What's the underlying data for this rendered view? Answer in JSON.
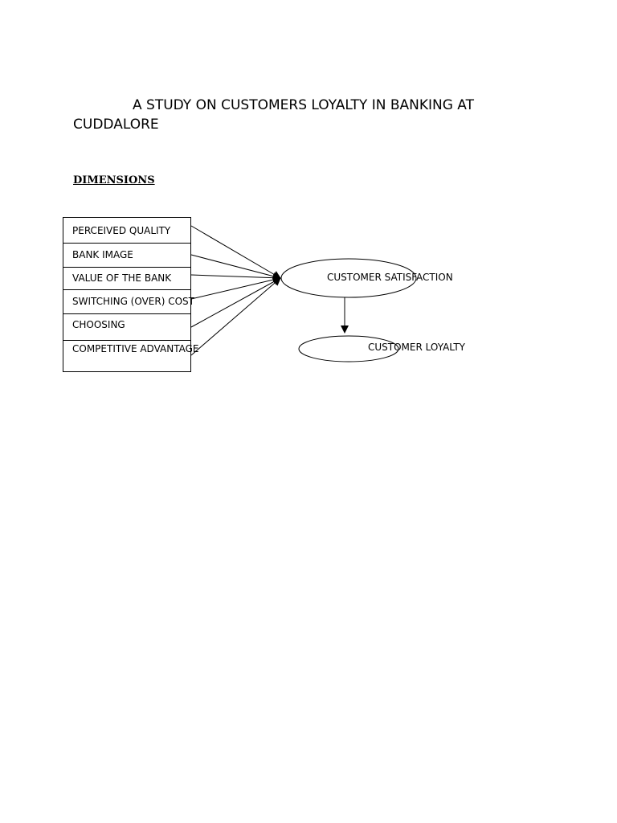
{
  "document": {
    "title": "A STUDY ON CUSTOMERS LOYALTY IN BANKING AT CUDDALORE",
    "section_heading": "DIMENSIONS"
  },
  "diagram": {
    "dimensions": [
      {
        "label": "PERCEIVED QUALITY"
      },
      {
        "label": "BANK IMAGE"
      },
      {
        "label": "VALUE OF THE BANK"
      },
      {
        "label": "SWITCHING (OVER) COST"
      },
      {
        "label": "CHOOSING"
      },
      {
        "label": "COMPETITIVE ADVANTAGE"
      }
    ],
    "satisfaction_node": {
      "label": "CUSTOMER SATISFACTION"
    },
    "loyalty_node": {
      "label": "CUSTOMER LOYALTY"
    },
    "edges": [
      {
        "from": "PERCEIVED QUALITY",
        "to": "CUSTOMER SATISFACTION"
      },
      {
        "from": "BANK IMAGE",
        "to": "CUSTOMER SATISFACTION"
      },
      {
        "from": "VALUE OF THE BANK",
        "to": "CUSTOMER SATISFACTION"
      },
      {
        "from": "SWITCHING (OVER) COST",
        "to": "CUSTOMER SATISFACTION"
      },
      {
        "from": "CHOOSING",
        "to": "CUSTOMER SATISFACTION"
      },
      {
        "from": "COMPETITIVE ADVANTAGE",
        "to": "CUSTOMER SATISFACTION"
      },
      {
        "from": "CUSTOMER SATISFACTION",
        "to": "CUSTOMER LOYALTY"
      }
    ],
    "line_color": "#000000"
  }
}
